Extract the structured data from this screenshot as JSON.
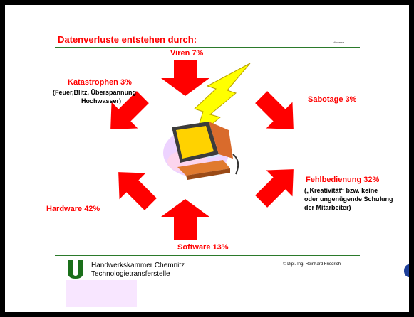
{
  "slide": {
    "title": "Datenverluste entstehen durch:",
    "small_tag": "Hinweise",
    "causes": {
      "viren": {
        "label": "Viren 7%"
      },
      "katastrophen": {
        "label": "Katastrophen 3%",
        "line1": "(Feuer,Blitz, Überspannung",
        "line2": "Hochwasser)"
      },
      "sabotage": {
        "label": "Sabotage 3%"
      },
      "fehlbedienung": {
        "label": "Fehlbedienung 32%",
        "line1": "(„Kreativität“ bzw. keine",
        "line2": "oder ungenügende Schulung",
        "line3": "der Mitarbeiter)"
      },
      "hardware": {
        "label": "Hardware 42%"
      },
      "software": {
        "label": "Software 13%"
      }
    },
    "footer": {
      "org_line1": "Handwerkskammer Chemnitz",
      "org_line2": "Technologietransferstelle",
      "copyright": "© Dipl.-Ing. Reinhard Friedrich"
    },
    "colors": {
      "accent": "#ff0000",
      "rule": "#2b7a2b",
      "logo": "#1a6f1a"
    }
  }
}
